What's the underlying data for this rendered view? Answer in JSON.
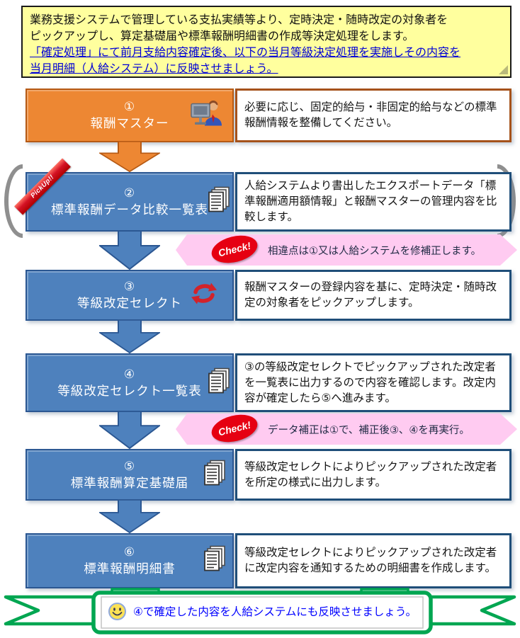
{
  "note": {
    "lines": [
      "業務支援システムで管理している支払実績等より、定時決定・随時改定の対象者を",
      "ピックアップし、算定基礎届や標準報酬明細書の作成等決定処理をします。"
    ],
    "link_lines": [
      "「確定処理」にて前月支給内容確定後、以下の当月等級決定処理を実施しその内容を",
      "当月明細（人給システム）に反映させましょう。"
    ]
  },
  "steps": [
    {
      "num": "①",
      "title": "報酬マスター",
      "icon": "person-computer-icon",
      "desc": "必要に応じ、固定的給与・非固定的給与などの標準報酬情報を整備してください。"
    },
    {
      "num": "②",
      "title": "標準報酬データ比較一覧表",
      "icon": "documents-icon",
      "ribbon": "PickUp!!",
      "desc": "人給システムより書出したエクスポートデータ「標準報酬適用額情報」と報酬マスターの管理内容を比較します。"
    },
    {
      "num": "③",
      "title": "等級改定セレクト",
      "icon": "refresh-icon",
      "desc": "報酬マスターの登録内容を基に、定時決定・随時改定の対象者をピックアップします。"
    },
    {
      "num": "④",
      "title": "等級改定セレクト一覧表",
      "icon": "documents-icon",
      "desc": "③の等級改定セレクトでピックアップされた改定者を一覧表に出力するので内容を確認します。改定内容が確定したら⑤へ進みます。"
    },
    {
      "num": "⑤",
      "title": "標準報酬算定基礎届",
      "icon": "documents-icon",
      "desc": "等級改定セレクトによりピックアップされた改定者を所定の様式に出力します。"
    },
    {
      "num": "⑥",
      "title": "標準報酬明細書",
      "icon": "documents-icon",
      "desc": "等級改定セレクトによりピックアップされた改定者に改定内容を通知するための明細書を作成します。"
    }
  ],
  "checks": [
    {
      "label": "Check!",
      "text": "相違点は①又は人給システムを修補正します。"
    },
    {
      "label": "Check!",
      "text": "データ補正は①で、補正後③、④を再実行。"
    }
  ],
  "footer": {
    "text": "④で確定した内容を人給システムにも反映させましょう。",
    "icon": "smiley-icon"
  },
  "colors": {
    "step_orange": "#ED8733",
    "step_orange_border": "#B65A14",
    "step_blue": "#4E81BD",
    "step_blue_border": "#2B5792",
    "desc_border_navy": "#1F4E79",
    "desc_border_orange": "#A5521B",
    "note_bg": "#FFFF9E",
    "link_blue": "#0000D6",
    "check_pink": "#FFCBF1",
    "check_red": "#E60012",
    "pickup_red": "#D41224",
    "ribbon_green": "#00A651",
    "footer_text_blue": "#0000FF"
  }
}
